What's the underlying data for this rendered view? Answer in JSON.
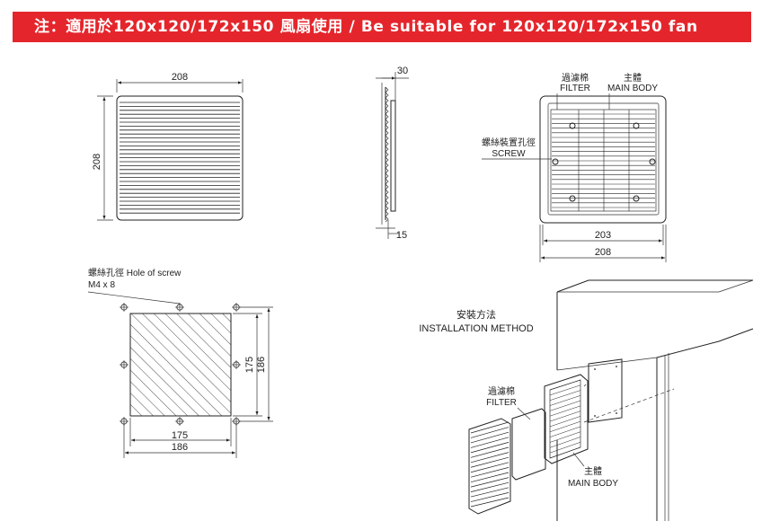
{
  "header": {
    "title": "注：適用於120x120/172x150 風扇使用 / Be suitable for 120x120/172x150 fan",
    "banner_color": "#e4262c"
  },
  "front_view": {
    "width_dim": "208",
    "height_dim": "208"
  },
  "side_view": {
    "depth_dim": "30",
    "flange_dim": "15"
  },
  "main_body_view": {
    "filter_label_cn": "過濾棉",
    "filter_label_en": "FILTER",
    "main_body_label_cn": "主體",
    "main_body_label_en": "MAIN BODY",
    "screw_label_cn": "螺絲裝置孔徑",
    "screw_label_en": "SCREW",
    "inner_width_dim": "203",
    "outer_width_dim": "208"
  },
  "cutout_view": {
    "hole_label": "螺絲孔徑 Hole of screw",
    "hole_spec": "M4 x 8",
    "cut_width_dim": "175",
    "hole_width_dim": "186",
    "cut_height_dim": "175",
    "hole_height_dim": "186"
  },
  "installation": {
    "title_cn": "安裝方法",
    "title_en": "INSTALLATION METHOD",
    "filter_label_cn": "過濾棉",
    "filter_label_en": "FILTER",
    "main_body_label_cn": "主體",
    "main_body_label_en": "MAIN BODY"
  }
}
